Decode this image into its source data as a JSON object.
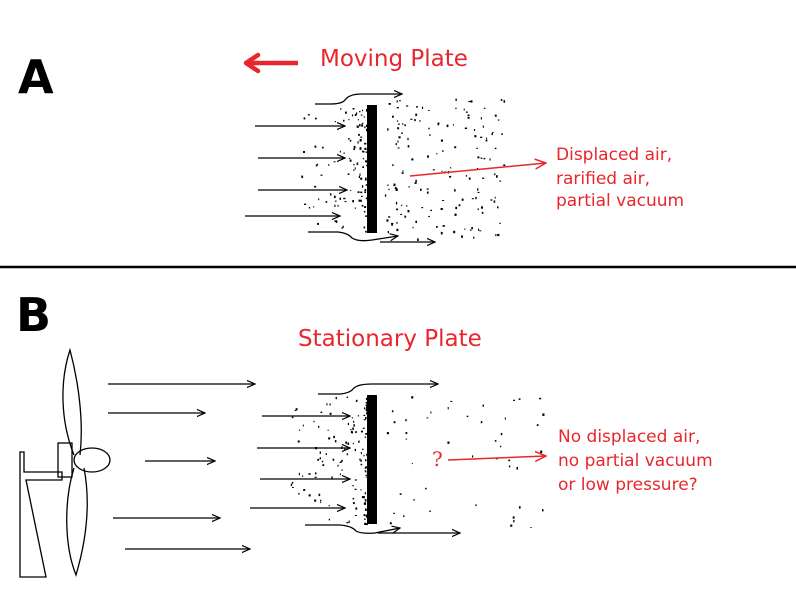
{
  "panel_a": {
    "letter": "A",
    "title": "Moving Plate",
    "note_lines": [
      "Displaced air,",
      "rarified air,",
      "partial vacuum"
    ]
  },
  "panel_b": {
    "letter": "B",
    "title": "Stationary Plate",
    "question_mark": "?",
    "note_lines": [
      "No displaced air,",
      "no partial vacuum",
      "or low pressure?"
    ]
  },
  "colors": {
    "annotation_red": "#e8262b",
    "ink": "#000000",
    "background": "#ffffff"
  },
  "icons": {
    "fan": "desk-fan-icon",
    "motion_arrow": "left-arrow-icon"
  }
}
